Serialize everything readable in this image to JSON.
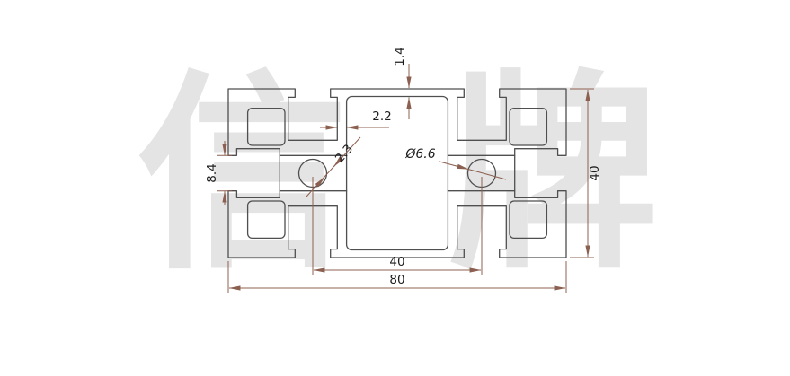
{
  "watermark": {
    "char1": "信",
    "char2": "牌"
  },
  "dims": {
    "wall_top": "1.4",
    "wall_side": "2.2",
    "wall_diag": "2.3",
    "hole_dia": "Ø6.6",
    "slot_opening": "8.4",
    "overall_height": "40",
    "hole_pitch": "40",
    "overall_width": "80"
  },
  "colors": {
    "profile_line": "#4f4f4f",
    "dimension_line": "#8c6050",
    "dimension_text": "#1c1c1c",
    "watermark": "#e4e4e4",
    "background": "#ffffff"
  }
}
